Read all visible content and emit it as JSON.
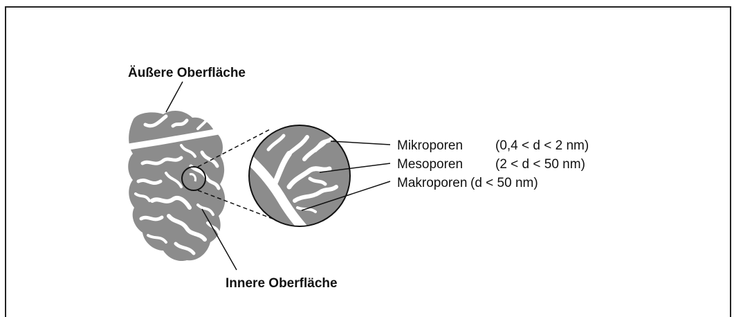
{
  "labels": {
    "outer_surface": "Äußere Oberfläche",
    "inner_surface": "Innere Oberfläche"
  },
  "pores": [
    {
      "name": "Mikroporen",
      "range": "(0,4 < d < 2 nm)"
    },
    {
      "name": "Mesoporen",
      "range": "(2 < d < 50 nm)"
    },
    {
      "name": "Makroporen",
      "range": "(d < 50 nm)"
    }
  ],
  "colors": {
    "particle_fill": "#8c8c8c",
    "pore_fill": "#ffffff",
    "line": "#111111",
    "frame": "#222222"
  }
}
